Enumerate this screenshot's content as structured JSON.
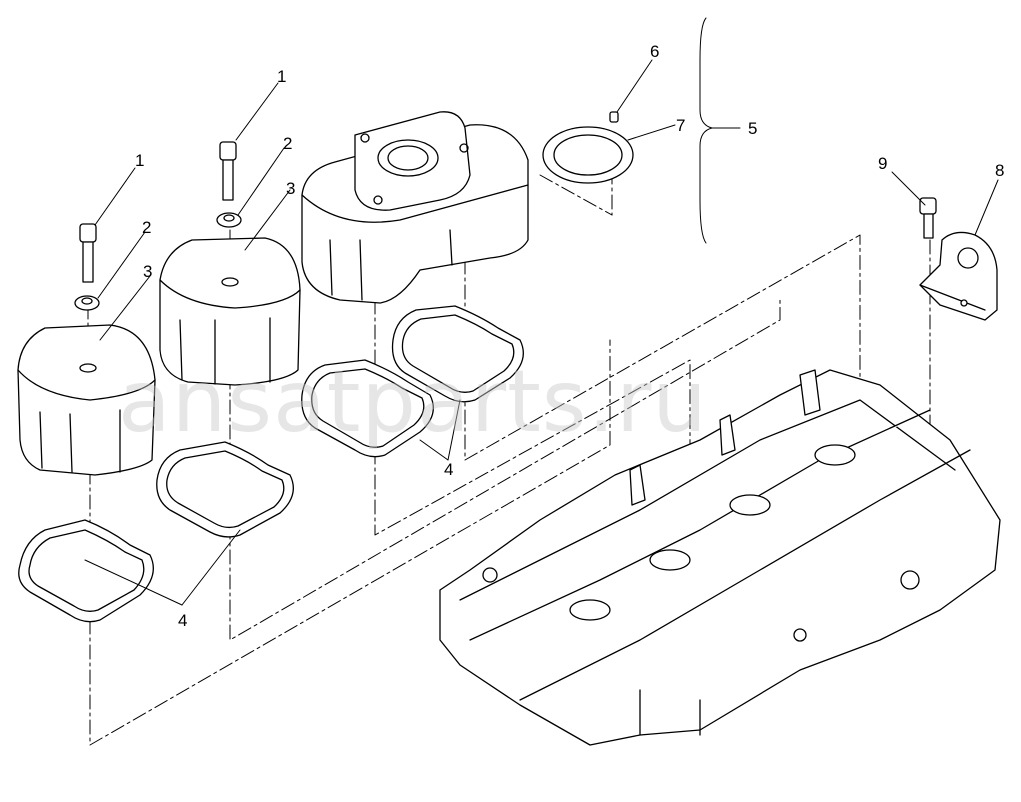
{
  "diagram": {
    "callouts": [
      {
        "id": "c1a",
        "label": "1"
      },
      {
        "id": "c1b",
        "label": "1"
      },
      {
        "id": "c2a",
        "label": "2"
      },
      {
        "id": "c2b",
        "label": "2"
      },
      {
        "id": "c3a",
        "label": "3"
      },
      {
        "id": "c3b",
        "label": "3"
      },
      {
        "id": "c4a",
        "label": "4"
      },
      {
        "id": "c4b",
        "label": "4"
      },
      {
        "id": "c5",
        "label": "5"
      },
      {
        "id": "c6",
        "label": "6"
      },
      {
        "id": "c7",
        "label": "7"
      },
      {
        "id": "c8",
        "label": "8"
      },
      {
        "id": "c9",
        "label": "9"
      }
    ],
    "watermark": "ansatparts.ru",
    "colors": {
      "line": "#000000",
      "fill": "#ffffff",
      "watermark": "#c8c8c8"
    }
  }
}
